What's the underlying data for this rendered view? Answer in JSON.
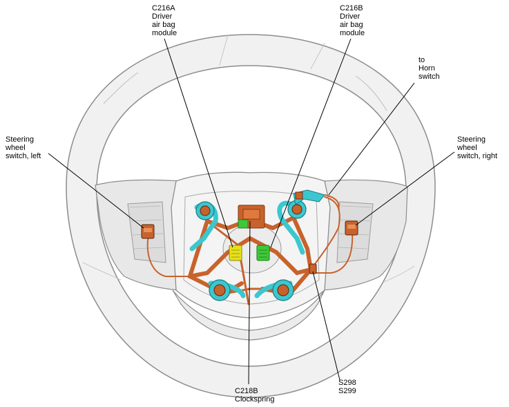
{
  "callouts": {
    "c216a": "C216A\nDriver\nair bag\nmodule",
    "c216b": "C216B\nDriver\nair bag\nmodule",
    "horn": "to\nHorn\nswitch",
    "swl": "Steering\nwheel\nswitch, left",
    "swr": "Steering\nwheel\nswitch, right",
    "c218b": "C218B\nClockspring",
    "s298": "S298\nS299"
  },
  "colors": {
    "wheel_fill": "#f1f1f1",
    "wheel_stroke": "#8c8c8c",
    "harness": "#c8622c",
    "clip": "#3cc7cf",
    "c216a_connector": "#e6e01a",
    "c216b_connector": "#3ec83a"
  }
}
